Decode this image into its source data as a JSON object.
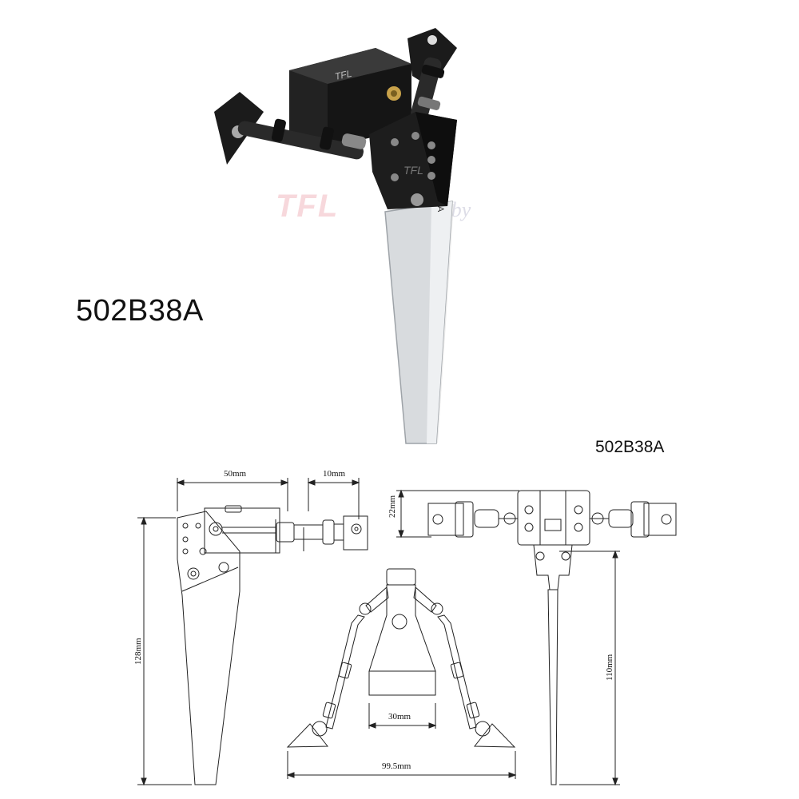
{
  "product": {
    "model_code": "502B38A",
    "model_code_drawing": "502B38A",
    "watermark_brand": "TFL",
    "watermark_sub": "Hobby",
    "part_engraving": "502B38A",
    "plate_engraving": "TFL"
  },
  "dimensions": {
    "servo_arm_length": "50mm",
    "servo_offset": "10mm",
    "height_total": "128mm",
    "top_height": "22mm",
    "blade_length": "110mm",
    "base_width": "30mm",
    "span_width": "99.5mm"
  },
  "colors": {
    "metal_black": "#1b1b1b",
    "blade_silver": "#d9dcdf",
    "line_drawing": "#222222"
  }
}
